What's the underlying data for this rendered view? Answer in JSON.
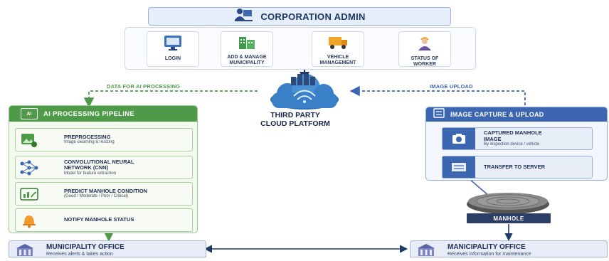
{
  "admin": {
    "title": "CORPORATION ADMIN",
    "icon": "admin-desk-icon",
    "menu": [
      {
        "label": "LOGIN",
        "icon": "login-monitor-icon"
      },
      {
        "label": "ADD & MANAGE MUNICIPALITY",
        "icon": "building-icon"
      },
      {
        "label": "VEHICLE MANAGEMENT",
        "icon": "truck-icon"
      },
      {
        "label": "STATUS OF WORKER",
        "icon": "worker-icon"
      }
    ]
  },
  "edges": {
    "data_for_ai": "DATA FOR AI PROCESSING",
    "image_upload": "IMAGE UPLOAD"
  },
  "cloud": {
    "line1": "THIRD PARTY",
    "line2": "CLOUD PLATFORM",
    "icon": "cloud-server-icon"
  },
  "ai_pipeline": {
    "title": "AI PROCESSING PIPELINE",
    "badge": "AI",
    "steps": [
      {
        "title": "PREPROCESSING",
        "subtitle": "Image clearning & resizing",
        "icon": "image-gear-icon"
      },
      {
        "title": "CONVOLUTIONAL NEURAL NETWORK (CNN)",
        "subtitle": "Model for feature extraction",
        "icon": "neural-network-icon"
      },
      {
        "title": "PREDICT MANHOLE CONDITION",
        "subtitle": "(Good / Moderate / Poor / Critical)",
        "icon": "predict-chart-icon"
      },
      {
        "title": "NOTIFY MANHOLE STATUS",
        "subtitle": "",
        "icon": "bell-icon"
      }
    ]
  },
  "image_capture": {
    "title": "IMAGE CAPTURE & UPLOAD",
    "steps": [
      {
        "title": "CAPTURED MANHOLE IMAGE",
        "subtitle": "By inspection device / vehicle",
        "icon": "camera-icon"
      },
      {
        "title": "TRANSFER TO SERVER",
        "subtitle": "",
        "icon": "server-transfer-icon"
      }
    ]
  },
  "manhole": {
    "label": "MANHOLE",
    "icon": "manhole-cover-icon"
  },
  "offices": {
    "left": {
      "title": "MUNICIPALITY OFFICE",
      "subtitle": "Receives alerts & takes action"
    },
    "right": {
      "title": "MANICIPALITY OFFICE",
      "subtitle": "Receives information for maintenance"
    }
  },
  "colors": {
    "green": "#4f9a49",
    "blue": "#3d66b0",
    "navy": "#1c2f57"
  }
}
